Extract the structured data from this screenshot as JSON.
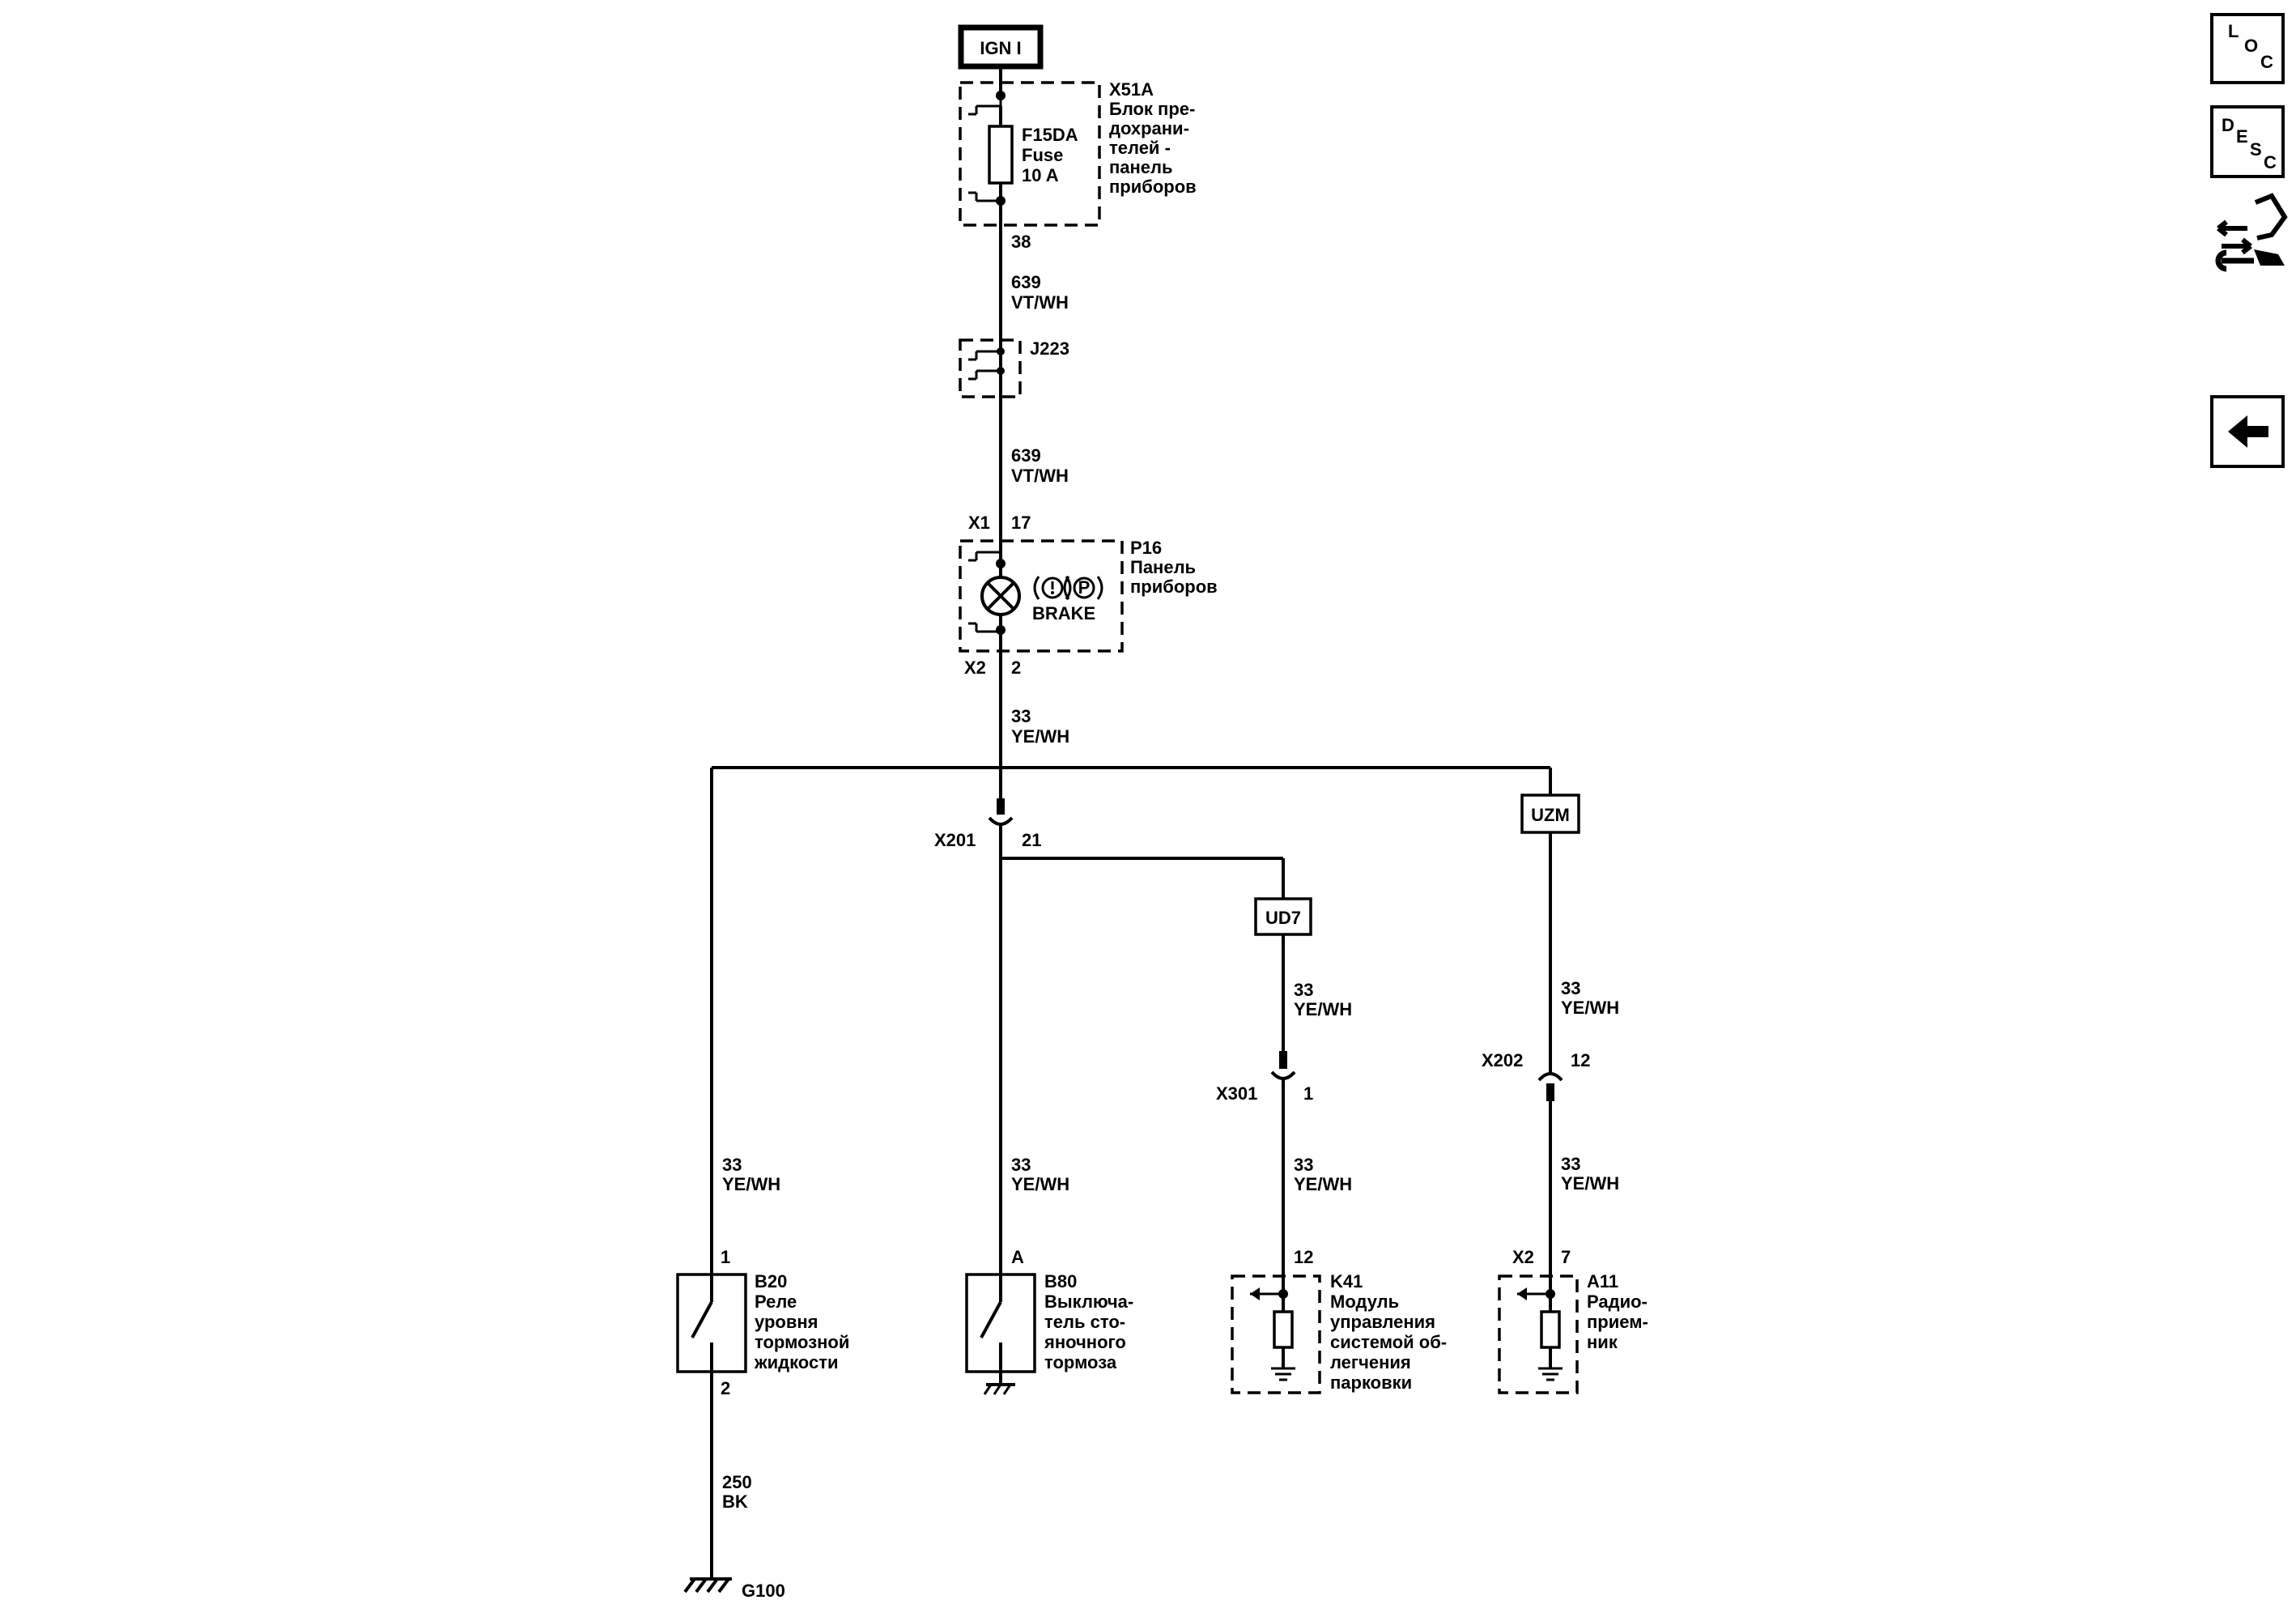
{
  "power": {
    "label": "IGN I"
  },
  "fuse_block": {
    "ref": "X51A",
    "desc": [
      "Блок пре-",
      "дохрани-",
      "телей -",
      "панель",
      "приборов"
    ],
    "fuse_ref": "F15DA",
    "fuse_type": "Fuse",
    "fuse_rating": "10 A",
    "out_pin": "38"
  },
  "wires": {
    "w1": {
      "circuit": "639",
      "color": "VT/WH"
    },
    "w2": {
      "circuit": "639",
      "color": "VT/WH"
    },
    "w3": {
      "circuit": "33",
      "color": "YE/WH"
    },
    "w_ud7_down": {
      "circuit": "33",
      "color": "YE/WH"
    },
    "w_uzm_down": {
      "circuit": "33",
      "color": "YE/WH"
    },
    "w_b20": {
      "circuit": "33",
      "color": "YE/WH"
    },
    "w_b80": {
      "circuit": "33",
      "color": "YE/WH"
    },
    "w_k41": {
      "circuit": "33",
      "color": "YE/WH"
    },
    "w_a11": {
      "circuit": "33",
      "color": "YE/WH"
    },
    "w_ground": {
      "circuit": "250",
      "color": "BK"
    }
  },
  "splice": {
    "ref": "J223"
  },
  "cluster": {
    "connector_in": "X1",
    "pin_in": "17",
    "connector_out": "X2",
    "pin_out": "2",
    "ref": "P16",
    "desc": [
      "Панель",
      "приборов"
    ],
    "lamp_symbols": "(!)(P)",
    "lamp_text": "BRAKE"
  },
  "connectors": {
    "x201": {
      "ref": "X201",
      "pin": "21"
    },
    "x301": {
      "ref": "X301",
      "pin": "1"
    },
    "x202": {
      "ref": "X202",
      "pin": "12"
    }
  },
  "options": {
    "ud7": "UD7",
    "uzm": "UZM"
  },
  "components": {
    "b20": {
      "ref": "B20",
      "pin_top": "1",
      "pin_bottom": "2",
      "desc": [
        "Реле",
        "уровня",
        "тормозной",
        "жидкости"
      ]
    },
    "b80": {
      "ref": "B80",
      "pin_top": "A",
      "desc": [
        "Выключа-",
        "тель сто-",
        "яночного",
        "тормоза"
      ]
    },
    "k41": {
      "ref": "K41",
      "pin_top": "12",
      "desc": [
        "Модуль",
        "управления",
        "системой об-",
        "легчения",
        "парковки"
      ]
    },
    "a11": {
      "ref": "A11",
      "connector": "X2",
      "pin_top": "7",
      "desc": [
        "Радио-",
        "прием-",
        "ник"
      ]
    }
  },
  "ground": {
    "ref": "G100"
  },
  "nav": {
    "loc": {
      "letters": [
        "L",
        "O",
        "C"
      ]
    },
    "desc": {
      "letters": [
        "D",
        "E",
        "S",
        "C"
      ]
    },
    "connector_view_icon": "connector-view-icon",
    "back_icon": "back-arrow-icon"
  }
}
